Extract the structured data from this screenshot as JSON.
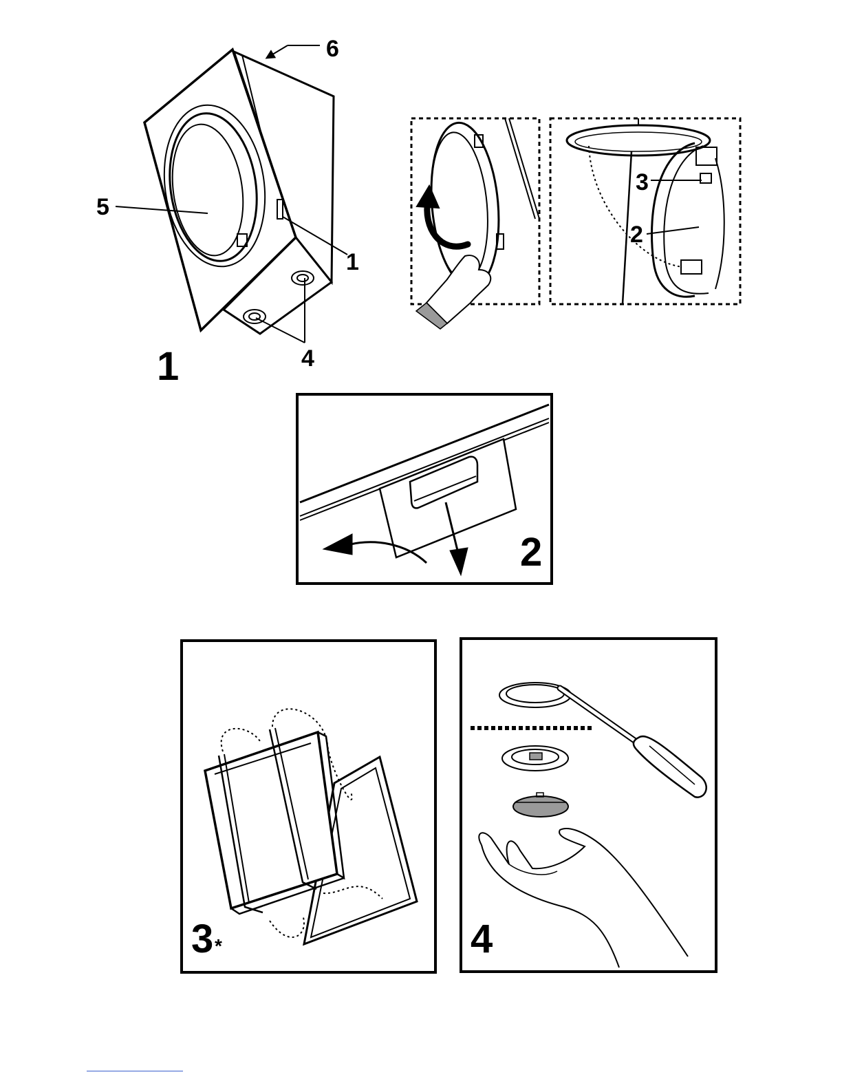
{
  "figure1": {
    "number": "1",
    "callouts": {
      "c1": "1",
      "c4": "4",
      "c5": "5",
      "c6": "6"
    },
    "detail_callouts": {
      "c2": "2",
      "c3": "3"
    }
  },
  "figure2": {
    "number": "2"
  },
  "figure3": {
    "number": "3",
    "marker": "*"
  },
  "figure4": {
    "number": "4"
  },
  "colors": {
    "ink": "#000000",
    "shade": "#9a9a9a",
    "link_line": "#3a5fcd"
  }
}
